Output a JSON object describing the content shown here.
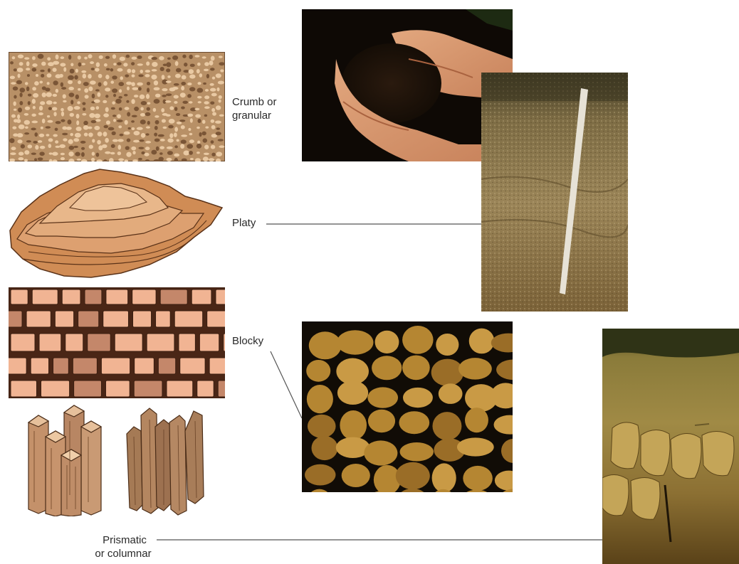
{
  "labels": {
    "crumb": [
      "Crumb or",
      "granular"
    ],
    "platy": "Platy",
    "blocky": "Blocky",
    "prismatic": [
      "Prismatic",
      "or columnar"
    ]
  },
  "colors": {
    "crumb_bg": "#b89066",
    "crumb_grain": "#e9c9a3",
    "platy_fill": "#d4925c",
    "platy_dark": "#b46c35",
    "blocky_bg": "#4a2616",
    "blocky_block": "#f1b493",
    "blocky_block_dark": "#c4876a",
    "prism_fill": "#c39572",
    "photo_dark": "#120d07",
    "photo_soil_gold": "#b58632"
  }
}
